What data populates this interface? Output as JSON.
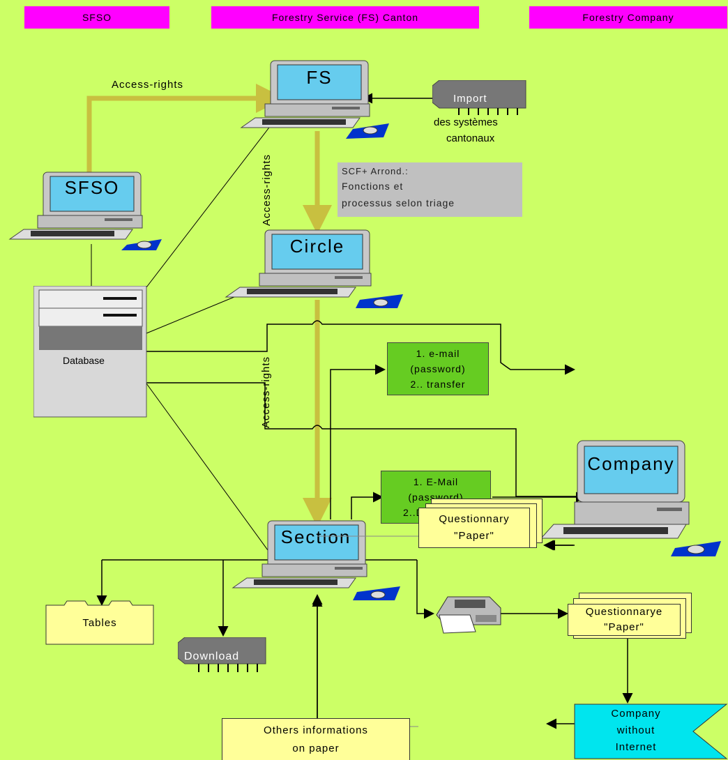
{
  "headers": {
    "sfso": "SFSO",
    "fs_canton": "Forestry Service (FS) Canton",
    "company": "Forestry Company"
  },
  "computers": {
    "fs": "FS",
    "sfso": "SFSO",
    "circle": "Circle",
    "section": "Section",
    "company": "Company"
  },
  "labels": {
    "access_rights_top": "Access-rights",
    "access_rights_mid": "Access-rights",
    "access_rights_low": "Access-rights",
    "import": "Import",
    "import_caption_1": "des systèmes",
    "import_caption_2": "cantonaux",
    "database": "Database",
    "download": "Download"
  },
  "note": {
    "line1": "SCF+ Arrond.:",
    "line2": "Fonctions et",
    "line3": "processus selon triage"
  },
  "email_box_1": {
    "line1": "1. e-mail",
    "line2": "(password)",
    "line3": "2.. transfer"
  },
  "email_box_2": {
    "line1": "1. E-Mail",
    "line2": "(password)",
    "line3": "2..Data-entry"
  },
  "tables": "Tables",
  "questionnaire_1": {
    "line1": "Questionnarye",
    "line2": "\"Paper\""
  },
  "questionnaire_2": {
    "line1": "Questionnary",
    "line2": "\"Paper\""
  },
  "company_no_internet": {
    "line1": "Company",
    "line2": "without",
    "line3": "Internet"
  },
  "others_info": {
    "line1": "Others informations",
    "line2": "on paper"
  },
  "colors": {
    "background": "#ccff66",
    "header": "#ff00ff",
    "access_arrow": "#c8c040",
    "green_box": "#66cc22",
    "paper": "#ffff99",
    "cyan_ribbon": "#00e5ee",
    "screen": "#66ccee"
  }
}
